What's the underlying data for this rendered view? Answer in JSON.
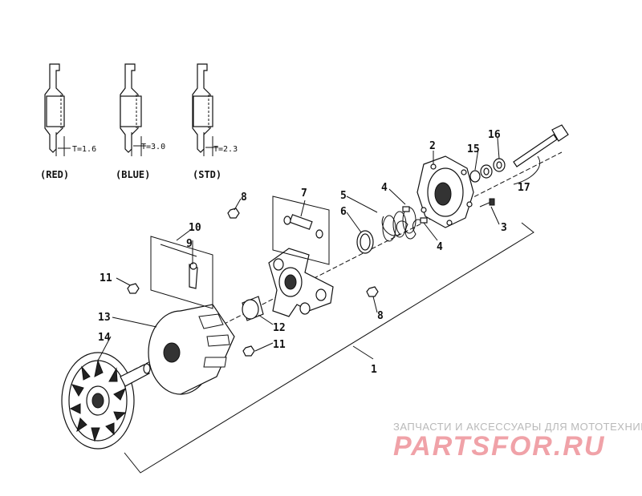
{
  "callouts": {
    "c1": "1",
    "c2": "2",
    "c3": "3",
    "c4a": "4",
    "c4b": "4",
    "c5": "5",
    "c6": "6",
    "c7": "7",
    "c8a": "8",
    "c8b": "8",
    "c9": "9",
    "c10": "10",
    "c11a": "11",
    "c11b": "11",
    "c12": "12",
    "c13": "13",
    "c14": "14",
    "c15": "15",
    "c16": "16",
    "c17": "17"
  },
  "inset": {
    "items": [
      {
        "thickness": "T=1.6",
        "caption": "(RED)"
      },
      {
        "thickness": "T=3.0",
        "caption": "(BLUE)"
      },
      {
        "thickness": "T=2.3",
        "caption": "(STD)"
      }
    ]
  },
  "watermark": {
    "tagline": "ЗАПЧАСТИ И АКСЕССУАРЫ ДЛЯ МОТОТЕХНИКИ",
    "logo": "PARTSFOR.RU"
  }
}
